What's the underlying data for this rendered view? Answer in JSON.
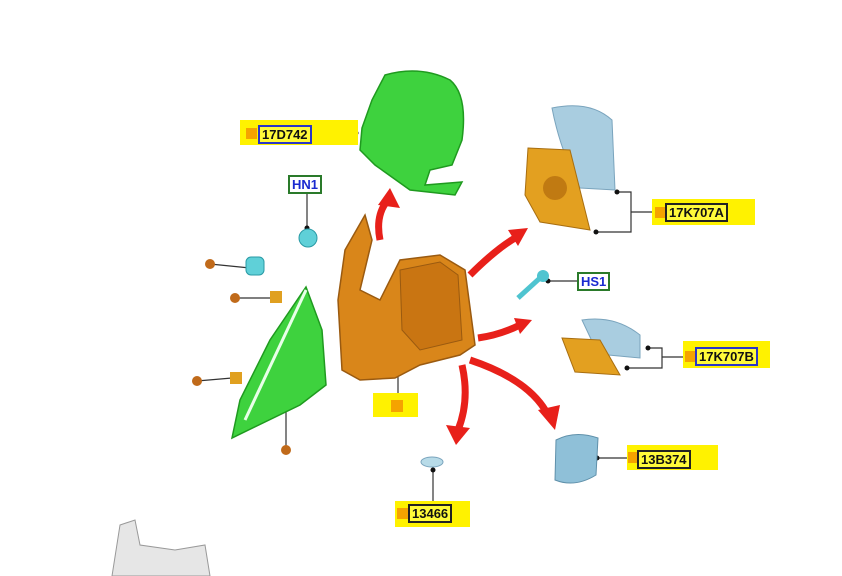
{
  "callouts": {
    "mirror_cover": "17D742",
    "nut": "HN1",
    "glass_a": "17K707A",
    "screw": "HS1",
    "glass_b": "17K707B",
    "cap": "13B374",
    "bulb": "13466"
  },
  "colors": {
    "highlight": "#fff200",
    "cover": "#3ed23e",
    "housing": "#d9861a",
    "glass": "#a9cde0",
    "arrow": "#e8201a"
  }
}
